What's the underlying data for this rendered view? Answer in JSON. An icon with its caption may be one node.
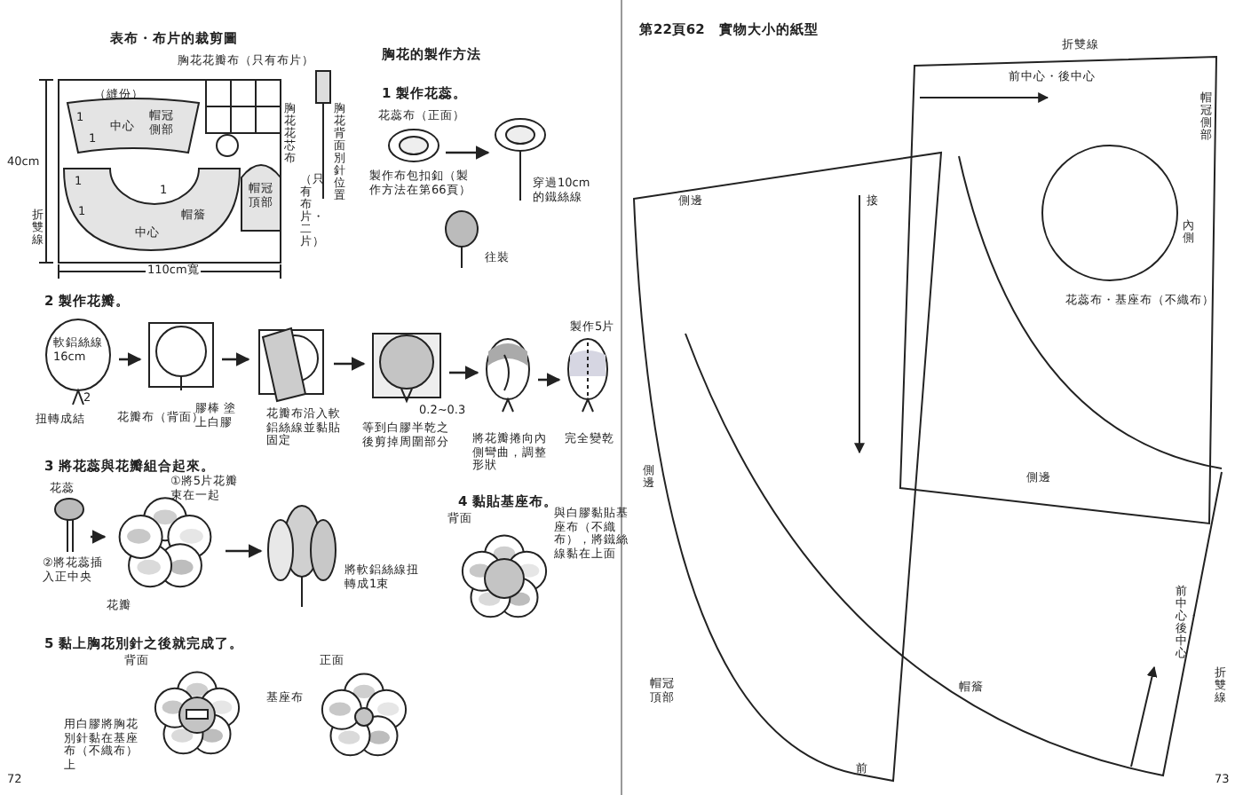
{
  "diagram": {
    "title": "第22頁62　實物大小的紙型",
    "nodes": [
      {
        "text": [
          "表布・布片的裁剪圖"
        ],
        "beside": [
          "（縫份）",
          "40cm",
          "折雙線",
          "110cm寬"
        ]
      },
      {
        "text": [
          "1",
          "1",
          "中心",
          "帽冠側部"
        ],
        "in": 0
      },
      {
        "text": [
          "1",
          "1",
          "1",
          "中心",
          "帽簷"
        ],
        "in": 0
      },
      {
        "text": [
          "帽冠頂部"
        ],
        "in": 0
      },
      {
        "text": [],
        "shape": "circle",
        "in": 0
      },
      {
        "text": [
          "胸花花瓣布（只有布片）"
        ]
      },
      {
        "text": [],
        "shape": "picture",
        "beside": [
          "胸花背面別針位置"
        ]
      },
      {
        "text": [],
        "shape": "picture",
        "beside": [
          "花蕊布（正面）",
          "製作布包扣釦（製作方法在第66頁）"
        ]
      },
      {
        "text": [],
        "shape": "picture",
        "beside": [
          "穿過10cm的鐵絲線"
        ]
      },
      {
        "text": [],
        "shape": "picture",
        "beside": [
          "往裝"
        ]
      },
      {
        "text": [
          "軟鋁絲線 16cm"
        ],
        "beside": [
          "2",
          "扭轉成結"
        ]
      },
      {
        "text": [],
        "shape": "picture",
        "beside": [
          "花瓣布（背面）",
          "膠棒 塗上白膠"
        ]
      },
      {
        "text": [],
        "shape": "picture",
        "beside": [
          "花瓣布沿入軟鋁絲線並黏貼固定"
        ]
      },
      {
        "text": [],
        "shape": "picture",
        "beside": [
          "0.2~0.3",
          "等到白膠半乾之後剪掉周圍部分"
        ]
      },
      {
        "text": [],
        "shape": "picture",
        "beside": [
          "將花瓣捲向內側彎曲，調整形狀"
        ]
      },
      {
        "text": [],
        "shape": "picture",
        "beside": [
          "製作5片",
          "完全變乾"
        ]
      },
      {
        "text": [],
        "shape": "picture",
        "beside": [
          "花蕊",
          "②將花蕊插入正中央"
        ]
      },
      {
        "text": [],
        "shape": "picture",
        "beside": [
          "①將5片花瓣束在一起",
          "花瓣"
        ]
      },
      {
        "text": [],
        "shape": "picture",
        "beside": [
          "將軟鋁絲線扭轉成1束"
        ]
      },
      {
        "text": [],
        "shape": "picture",
        "beside": [
          "背面",
          "與白膠黏貼基座布（不織布），將鐵絲線黏在上面"
        ]
      },
      {
        "text": [],
        "shape": "picture",
        "beside": [
          "背面",
          "基座布",
          "用白膠將胸花別針黏在基座布（不織布）上"
        ]
      },
      {
        "text": [],
        "shape": "picture",
        "beside": [
          "正面"
        ]
      },
      {
        "text": [
          "側邊",
          "接",
          "前"
        ]
      },
      {
        "text": [
          "折雙線",
          "前中心・後中心",
          "帽冠側部",
          "側邊"
        ]
      },
      {
        "text": [
          "內側",
          "花蕊布・基座布（不織布）"
        ],
        "in": 23
      },
      {
        "text": [
          "帽簷",
          "前中心・後中心",
          "折雙線"
        ]
      }
    ],
    "edges": [
      {
        "from": 7,
        "to": 8,
        "arrow": "to"
      },
      {
        "from": 10,
        "to": 11,
        "arrow": "to"
      },
      {
        "from": 11,
        "to": 12,
        "arrow": "to"
      },
      {
        "from": 12,
        "to": 13,
        "arrow": "to"
      },
      {
        "from": 13,
        "to": 14,
        "arrow": "to"
      },
      {
        "from": 14,
        "to": 15,
        "arrow": "to"
      },
      {
        "from": 16,
        "to": 17,
        "arrow": "to"
      },
      {
        "from": 17,
        "to": 18,
        "arrow": "to"
      }
    ],
    "labels": [
      "胸花花芯布",
      "（只有布片・二片）",
      "胸花的製作方法",
      "1 製作花蕊。",
      "2 製作花瓣。",
      "3 將花蕊與花瓣組合起來。",
      "4 黏貼基座布。",
      "5 黏上胸花別針之後就完成了。",
      "側邊",
      "帽冠頂部",
      "72",
      "73"
    ]
  }
}
